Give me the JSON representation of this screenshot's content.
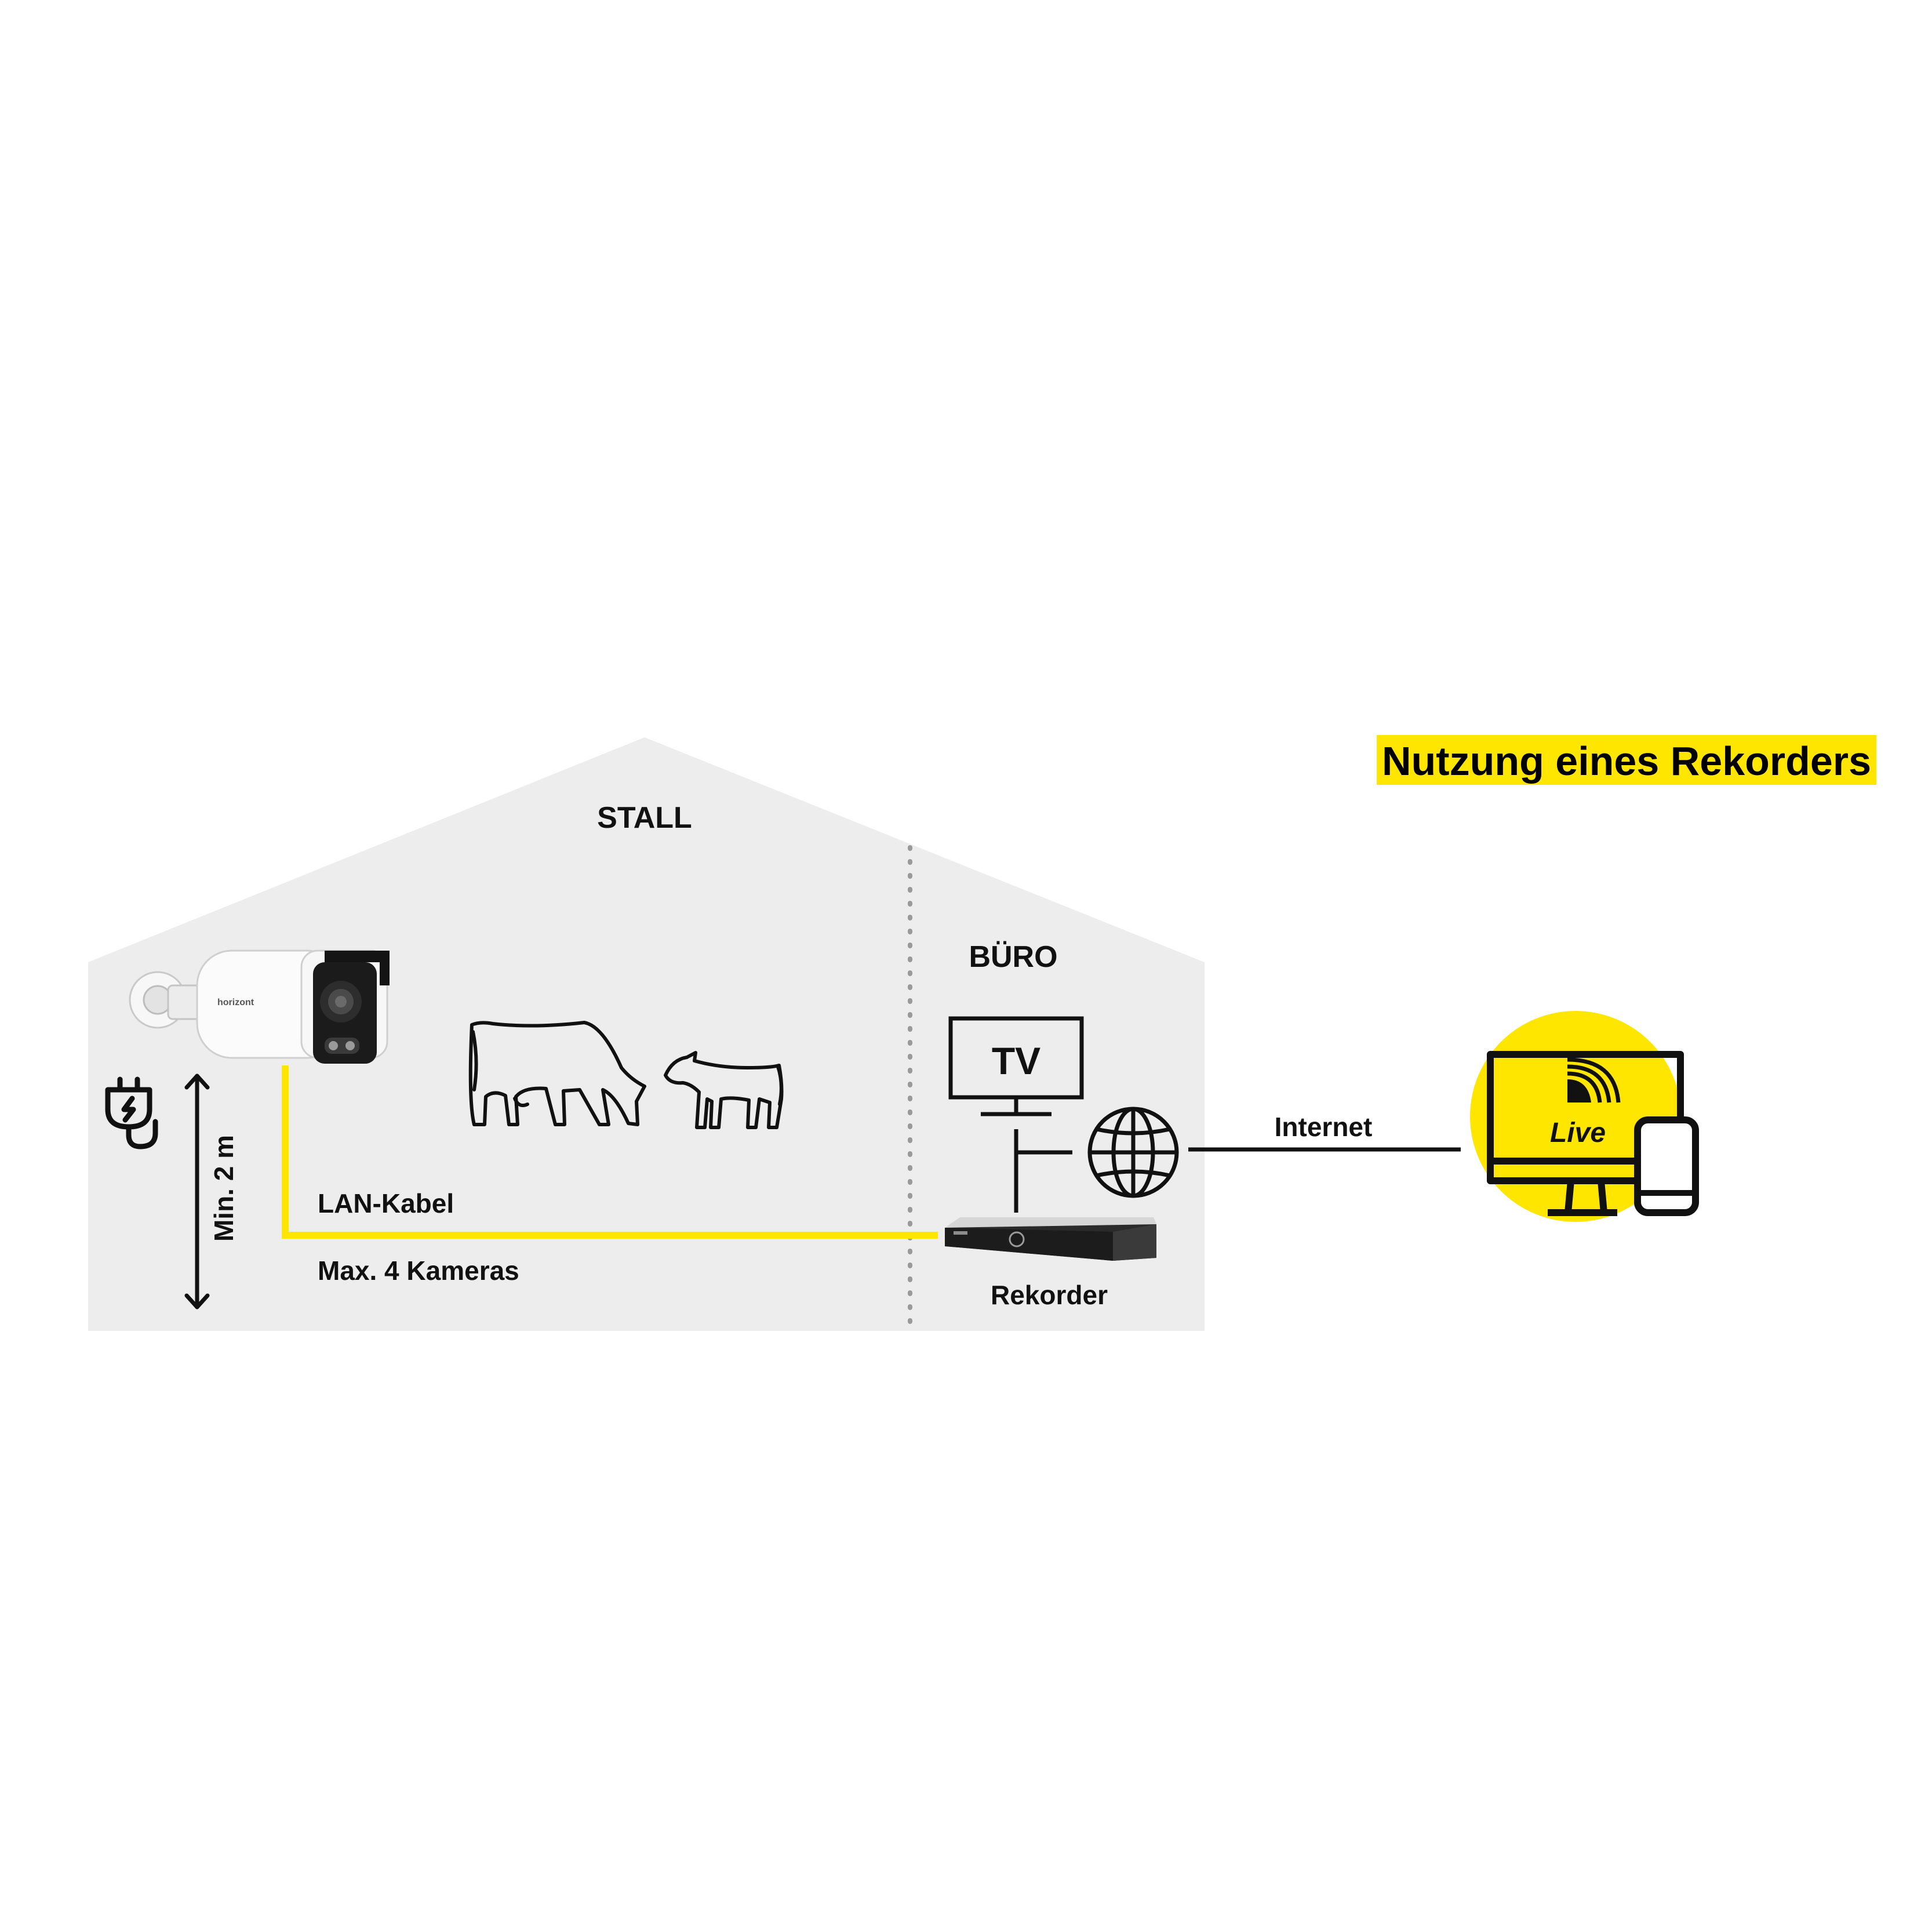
{
  "title": "Nutzung eines Rekorders",
  "labels": {
    "stall": "STALL",
    "buero": "BÜRO",
    "lan_cable": "LAN-Kabel",
    "max_cameras": "Max. 4 Kameras",
    "min_height": "Min. 2 m",
    "recorder": "Rekorder",
    "internet": "Internet",
    "tv": "TV",
    "live": "Live",
    "camera_brand": "horizont"
  },
  "colors": {
    "accent_yellow": "#FFE600",
    "building_fill": "#EDEDED",
    "line_black": "#111111"
  },
  "icons": [
    "camera-icon",
    "plug-icon",
    "cow-icon",
    "calf-icon",
    "tv-icon",
    "globe-icon",
    "recorder-icon",
    "monitor-icon",
    "phone-icon",
    "live-stream-icon",
    "height-arrow-icon"
  ]
}
